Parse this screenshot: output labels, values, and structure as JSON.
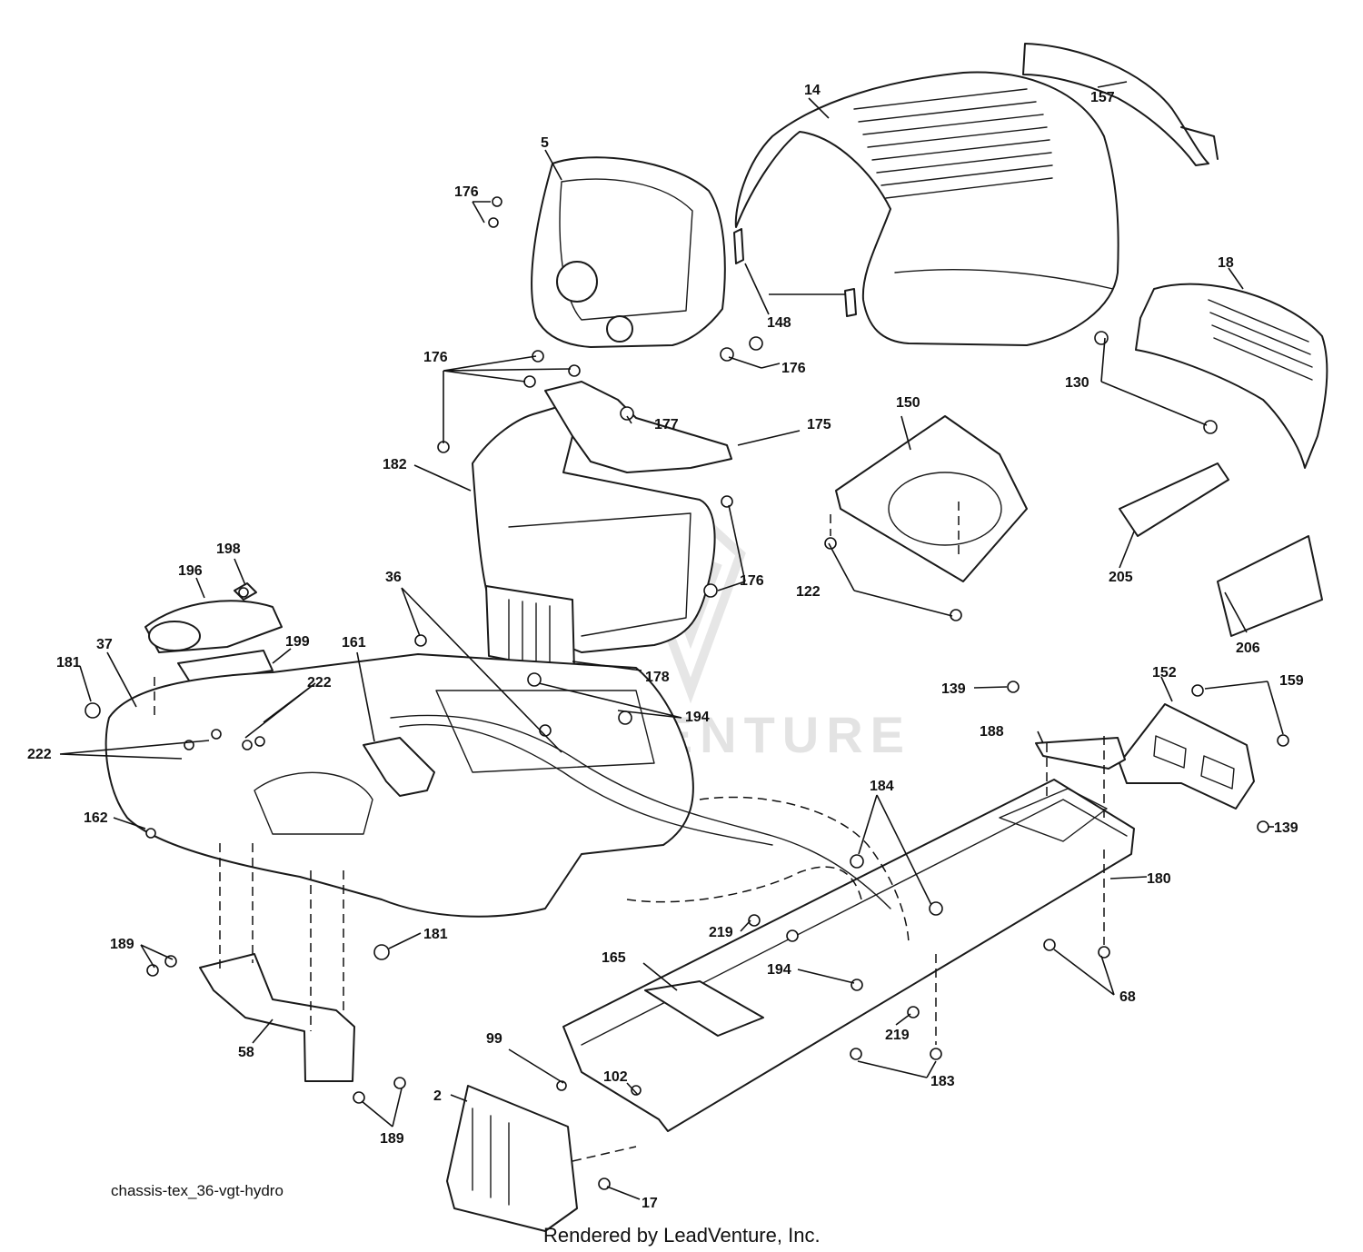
{
  "diagram_name": "chassis-tex_36-vgt-hydro",
  "credit": "Rendered by LeadVenture, Inc.",
  "watermark": "LEADVENTURE",
  "colors": {
    "ink": "#1a1a1a",
    "paper": "#ffffff",
    "watermark": "#e3e3e3"
  },
  "callouts": {
    "c5": "5",
    "c14": "14",
    "c157": "157",
    "c176a": "176",
    "c148": "148",
    "c176b": "176",
    "c176c": "176",
    "c18": "18",
    "c130": "130",
    "c177": "177",
    "c175": "175",
    "c182": "182",
    "c150": "150",
    "c176d": "176",
    "c122": "122",
    "c205": "205",
    "c206": "206",
    "c198": "198",
    "c196": "196",
    "c36": "36",
    "c37": "37",
    "c181a": "181",
    "c199": "199",
    "c161": "161",
    "c222a": "222",
    "c222b": "222",
    "c178": "178",
    "c194a": "194",
    "c139a": "139",
    "c152": "152",
    "c159": "159",
    "c188": "188",
    "c162": "162",
    "c184": "184",
    "c139b": "139",
    "c180": "180",
    "c181b": "181",
    "c189a": "189",
    "c219a": "219",
    "c165": "165",
    "c194b": "194",
    "c68": "68",
    "c58": "58",
    "c99": "99",
    "c102": "102",
    "c219b": "219",
    "c2": "2",
    "c183": "183",
    "c189b": "189",
    "c17": "17"
  }
}
